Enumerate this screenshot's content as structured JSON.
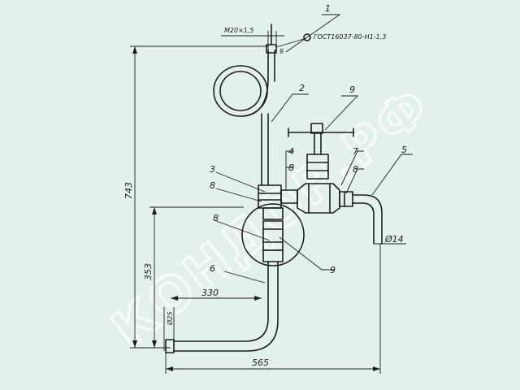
{
  "callouts": {
    "c1": "1",
    "c2": "2",
    "c3": "3",
    "c4": "4",
    "c5": "5",
    "c6": "6",
    "c7": "7",
    "c8a": "8",
    "c8b": "8",
    "c8c": "8",
    "c8d": "8",
    "c9a": "9",
    "c9b": "9",
    "c9small": "9"
  },
  "dimensions": {
    "thread": "M20×1,5",
    "height_total": "743",
    "height_lower": "353",
    "length_horizontal": "330",
    "length_total": "565",
    "diameter_pipe": "Ø14",
    "diameter_base": "Ø25"
  },
  "standard_ref": "ГОСТ16037-80-Н1-1,3",
  "watermark": "КОНДОР.РФ",
  "colors": {
    "background": "#e2f1ee",
    "lines": "#1d1d1d",
    "watermark": "#ffffff"
  }
}
